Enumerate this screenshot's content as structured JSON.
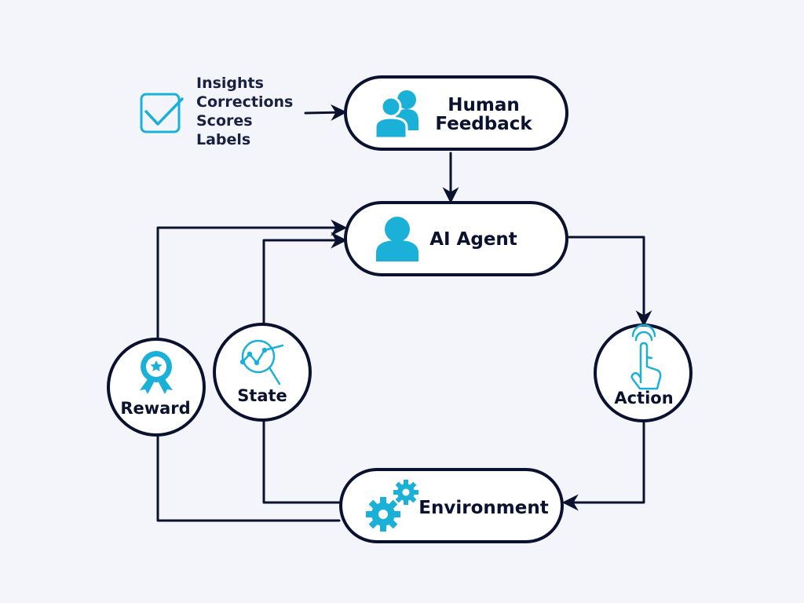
{
  "colors": {
    "background": "#f4f5fb",
    "ink": "#0b1230",
    "text": "#1a2140",
    "accent": "#1bb0d8"
  },
  "feedback_list": {
    "icon": "checkbox-check-icon",
    "items": [
      "Insights",
      "Corrections",
      "Scores",
      "Labels"
    ]
  },
  "nodes": {
    "human_feedback": {
      "line1": "Human",
      "line2": "Feedback",
      "icon": "users-icon"
    },
    "ai_agent": {
      "label": "AI Agent",
      "icon": "user-icon"
    },
    "environment": {
      "label": "Environment",
      "icon": "gears-icon"
    },
    "action": {
      "label": "Action",
      "icon": "tap-hand-icon"
    },
    "state": {
      "label": "State",
      "icon": "analytics-magnifier-icon"
    },
    "reward": {
      "label": "Reward",
      "icon": "award-ribbon-icon"
    }
  }
}
